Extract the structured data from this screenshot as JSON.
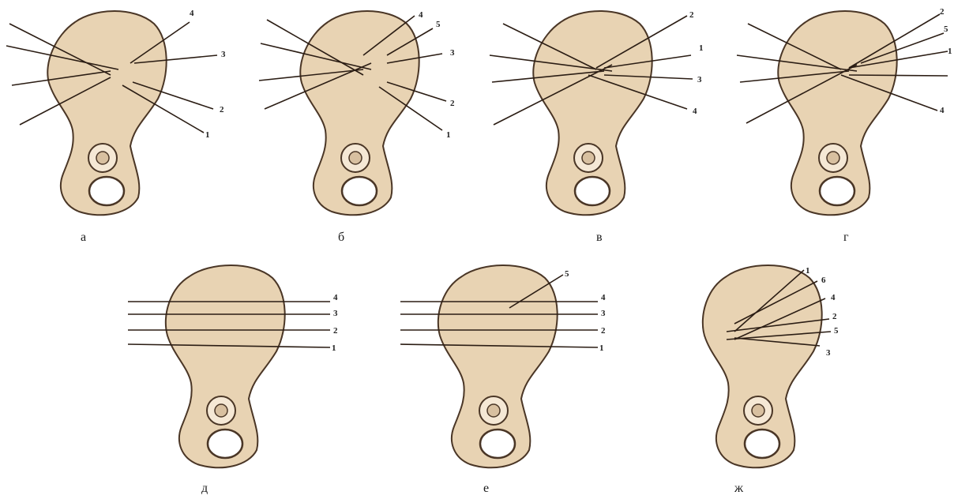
{
  "colors": {
    "bone_fill": "#e8d3b3",
    "bone_stroke": "#4a3626",
    "wire": "#2b1d14",
    "shadow": "#8a6a4a"
  },
  "panels": [
    {
      "caption": "а",
      "labels": [
        "4",
        "3",
        "2",
        "1"
      ]
    },
    {
      "caption": "б",
      "labels": [
        "4",
        "5",
        "3",
        "2",
        "1"
      ]
    },
    {
      "caption": "в",
      "labels": [
        "2",
        "1",
        "3",
        "4"
      ]
    },
    {
      "caption": "г",
      "labels": [
        "2",
        "5",
        "1",
        "4"
      ]
    },
    {
      "caption": "д",
      "labels": [
        "4",
        "3",
        "2",
        "1"
      ]
    },
    {
      "caption": "е",
      "labels": [
        "5",
        "4",
        "3",
        "2",
        "1"
      ]
    },
    {
      "caption": "ж",
      "labels": [
        "1",
        "6",
        "4",
        "2",
        "5",
        "3"
      ]
    }
  ]
}
